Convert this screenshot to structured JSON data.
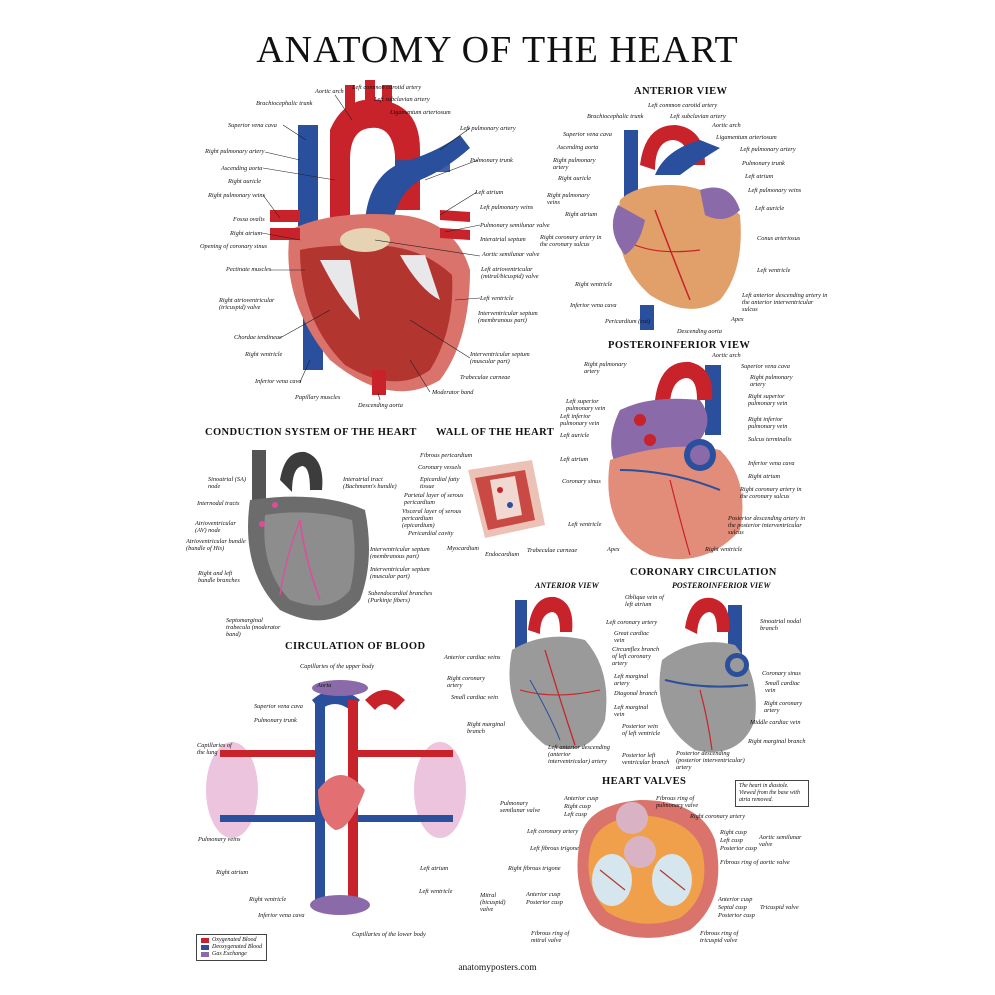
{
  "title": "ANATOMY OF THE HEART",
  "footer": "anatomyposters.com",
  "colors": {
    "artery_red": "#c8222a",
    "vein_blue": "#2a4f9c",
    "muscle_pink": "#d97a72",
    "gray_tissue": "#8c8c8c"
  },
  "sections": {
    "anterior": "ANTERIOR VIEW",
    "posteroinferior": "POSTEROINFERIOR VIEW",
    "conduction": "CONDUCTION SYSTEM OF THE HEART",
    "wall": "WALL OF THE HEART",
    "circulation": "CIRCULATION OF BLOOD",
    "coronary": "CORONARY CIRCULATION",
    "coronary_anterior": "ANTERIOR VIEW",
    "coronary_posterior": "POSTEROINFERIOR VIEW",
    "valves": "HEART VALVES"
  },
  "main_labels": {
    "aortic_arch": "Aortic arch",
    "left_common_carotid": "Left common carotid artery",
    "brachiocephalic": "Brachiocephalic trunk",
    "left_subclavian": "Left subclavian artery",
    "ligamentum": "Ligamentum arteriosum",
    "svc": "Superior vena cava",
    "left_pulm_artery": "Left pulmonary artery",
    "right_pulm_artery": "Right pulmonary artery",
    "pulm_trunk": "Pulmonary trunk",
    "asc_aorta": "Ascending aorta",
    "right_auricle": "Right auricle",
    "left_atrium": "Left atrium",
    "right_pulm_veins": "Right pulmonary veins",
    "left_pulm_veins": "Left pulmonary veins",
    "fossa_ovalis": "Fossa ovalis",
    "pulm_semilunar": "Pulmonary semilunar valve",
    "right_atrium": "Right atrium",
    "interatrial": "Interatrial septum",
    "coronary_sinus_opening": "Opening of coronary sinus",
    "aortic_semilunar": "Aortic semilunar valve",
    "pectinate": "Pectinate muscles",
    "left_av_valve": "Left atrioventricular (mitral/bicuspid) valve",
    "left_ventricle": "Left ventricle",
    "right_av_valve": "Right atrioventricular (tricuspid) valve",
    "iv_septum_membranous": "Interventricular septum (membranous part)",
    "chordae": "Chordae tendineae",
    "right_ventricle": "Right ventricle",
    "iv_septum_muscular": "Interventricular septum (muscular part)",
    "ivc": "Inferior vena cava",
    "trabeculae": "Trabeculae carneae",
    "papillary": "Papillary muscles",
    "moderator": "Moderator band",
    "desc_aorta": "Descending aorta"
  },
  "anterior_labels": {
    "left_common_carotid": "Left common carotid artery",
    "brachiocephalic": "Brachiocephalic trunk",
    "left_subclavian": "Left subclavian artery",
    "aortic_arch": "Aortic arch",
    "svc": "Superior vena cava",
    "ligamentum": "Ligamentum arteriosum",
    "asc_aorta": "Ascending aorta",
    "left_pulm_artery": "Left pulmonary artery",
    "right_pulm_artery": "Right pulmonary artery",
    "pulm_trunk": "Pulmonary trunk",
    "right_auricle": "Right auricle",
    "left_atrium": "Left atrium",
    "right_pulm_veins": "Right pulmonary veins",
    "left_pulm_veins": "Left pulmonary veins",
    "left_auricle": "Left auricle",
    "right_atrium": "Right atrium",
    "right_coronary": "Right coronary artery in the coronary sulcus",
    "conus": "Conus arteriosus",
    "left_ventricle": "Left ventricle",
    "right_ventricle": "Right ventricle",
    "lad": "Left anterior descending artery in the anterior interventricular sulcus",
    "ivc": "Inferior vena cava",
    "apex": "Apex",
    "pericardium": "Pericardium (cut)",
    "desc_aorta": "Descending aorta"
  },
  "posterior_labels": {
    "right_pulm_artery": "Right pulmonary artery",
    "aortic_arch": "Aortic arch",
    "svc": "Superior vena cava",
    "right_pulm_artery_r": "Right pulmonary artery",
    "left_sup_pulm_vein": "Left superior pulmonary vein",
    "right_sup_pulm_vein": "Right superior pulmonary vein",
    "left_inf_pulm_vein": "Left inferior pulmonary vein",
    "right_inf_pulm_vein": "Right inferior pulmonary vein",
    "left_auricle": "Left auricle",
    "sulcus_terminalis": "Sulcus terminalis",
    "left_atrium": "Left atrium",
    "ivc": "Inferior vena cava",
    "right_atrium": "Right atrium",
    "coronary_sinus": "Coronary sinus",
    "right_coronary": "Right coronary artery in the coronary sulcus",
    "left_ventricle": "Left ventricle",
    "pda": "Posterior descending artery in the posterior interventricular sulcus",
    "apex": "Apex",
    "right_ventricle": "Right ventricle"
  },
  "conduction_labels": {
    "sa_node": "Sinoatrial (SA) node",
    "interatrial_tract": "Interatrial tract (Bachmann's bundle)",
    "internodal": "Internodal tracts",
    "av_node": "Atrioventricular (AV) node",
    "av_bundle": "Atrioventricular bundle (bundle of His)",
    "iv_septum_membranous": "Interventricular septum (membranous part)",
    "iv_septum_muscular": "Interventricular septum (muscular part)",
    "bundle_branches": "Right and left bundle branches",
    "purkinje": "Subendocardial branches (Purkinje fibers)",
    "septomarginal": "Septomarginal trabecula (moderator band)"
  },
  "wall_labels": {
    "fibrous_pericardium": "Fibrous pericardium",
    "coronary_vessels": "Coronary vessels",
    "epicardial_fat": "Epicardial fatty tissue",
    "parietal": "Parietal layer of serous pericardium",
    "visceral": "Visceral layer of serous pericardium (epicardium)",
    "pericardial_cavity": "Pericardial cavity",
    "myocardium": "Myocardium",
    "endocardium": "Endocardium",
    "trabeculae": "Trabeculae carneae"
  },
  "circulation_labels": {
    "upper_capillaries": "Capillaries of the upper body",
    "aorta": "Aorta",
    "svc": "Superior vena cava",
    "pulm_trunk": "Pulmonary trunk",
    "lung_capillaries": "Capillaries of the lung",
    "pulm_veins": "Pulmonary veins",
    "right_atrium": "Right atrium",
    "left_atrium": "Left atrium",
    "right_ventricle": "Right ventricle",
    "left_ventricle": "Left ventricle",
    "ivc": "Inferior vena cava",
    "lower_capillaries": "Capillaries of the lower body"
  },
  "legend": {
    "oxygenated": "Oxygenated Blood",
    "deoxygenated": "Deoxygenated Blood",
    "gas_exchange": "Gas Exchange"
  },
  "coronary_labels": {
    "oblique_vein": "Oblique vein of left atrium",
    "sa_nodal": "Sinoatrial nodal branch",
    "left_coronary": "Left coronary artery",
    "great_cardiac": "Great cardiac vein",
    "anterior_cardiac": "Anterior cardiac veins",
    "circumflex": "Circumflex branch of left coronary artery",
    "coronary_sinus": "Coronary sinus",
    "right_coronary": "Right coronary artery",
    "left_marginal": "Left marginal artery",
    "small_cardiac_r": "Small cardiac vein",
    "small_cardiac": "Small cardiac vein",
    "diagonal": "Diagonal branch",
    "right_coronary_r": "Right coronary artery",
    "left_marginal_vein": "Left marginal vein",
    "middle_cardiac": "Middle cardiac vein",
    "right_marginal": "Right marginal branch",
    "posterior_lv_vein": "Posterior vein of left ventricle",
    "right_marginal_r": "Right marginal branch",
    "lad": "Left anterior descending (anterior interventricular) artery",
    "posterior_lv_branch": "Posterior left ventricular branch",
    "pda": "Posterior descending (posterior interventricular) artery"
  },
  "valve_labels": {
    "note": "The heart in diastole. Viewed from the base with atria removed.",
    "pulm_semilunar": "Pulmonary semilunar valve",
    "anterior_cusp": "Anterior cusp",
    "right_cusp": "Right cusp",
    "left_cusp": "Left cusp",
    "fibrous_ring_pulm": "Fibrous ring of pulmonary valve",
    "right_coronary": "Right coronary artery",
    "left_coronary": "Left coronary artery",
    "aortic_right_cusp": "Right cusp",
    "aortic_left_cusp": "Left cusp",
    "aortic_posterior_cusp": "Posterior cusp",
    "aortic_semilunar": "Aortic semilunar valve",
    "left_fibrous_trigone": "Left fibrous trigone",
    "fibrous_ring_aortic": "Fibrous ring of aortic valve",
    "right_fibrous_trigone": "Right fibrous trigone",
    "mitral": "Mitral (bicuspid) valve",
    "mitral_anterior": "Anterior cusp",
    "mitral_posterior": "Posterior cusp",
    "tricuspid_anterior": "Anterior cusp",
    "tricuspid_septal": "Septal cusp",
    "tricuspid_posterior": "Posterior cusp",
    "tricuspid": "Tricuspid valve",
    "fibrous_ring_mitral": "Fibrous ring of mitral valve",
    "fibrous_ring_tricuspid": "Fibrous ring of tricuspid valve"
  }
}
